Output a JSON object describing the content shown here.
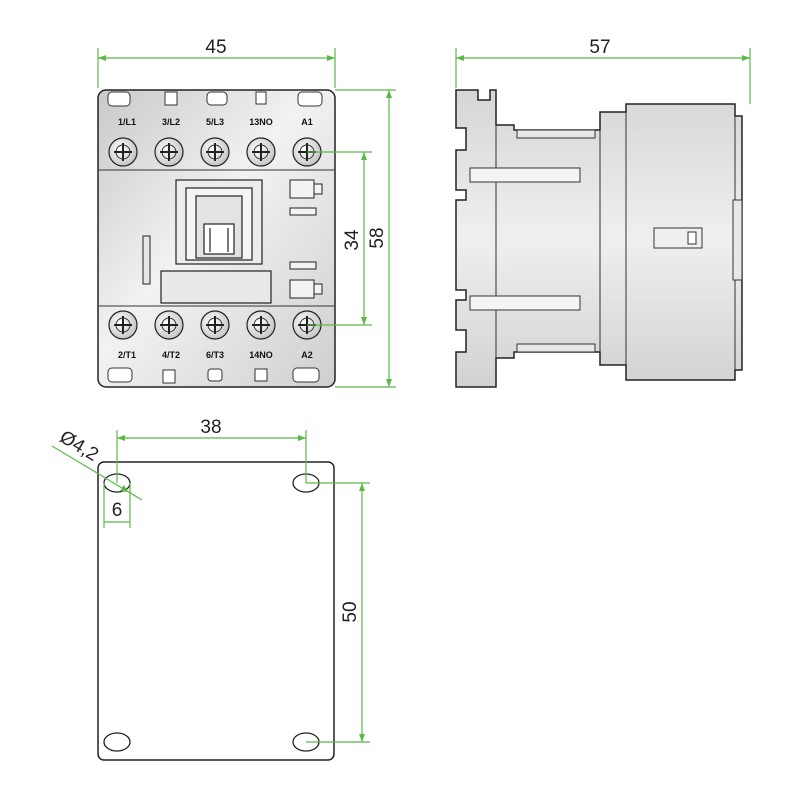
{
  "dimensions": {
    "front_width": "45",
    "side_depth": "57",
    "terminal_spacing": "34",
    "front_height": "58",
    "mount_hole_spacing_x": "38",
    "mount_hole_diameter": "Ø4,2",
    "mount_hole_offset": "6",
    "mount_hole_spacing_y": "50"
  },
  "terminals": {
    "top": [
      "1/L1",
      "3/L2",
      "5/L3",
      "13NO",
      "A1"
    ],
    "bottom": [
      "2/T1",
      "4/T2",
      "6/T3",
      "14NO",
      "A2"
    ]
  },
  "colors": {
    "dimension_line": "#5bb947",
    "body_gray": "#d9d9d9",
    "outline": "#222222",
    "background": "#ffffff"
  }
}
